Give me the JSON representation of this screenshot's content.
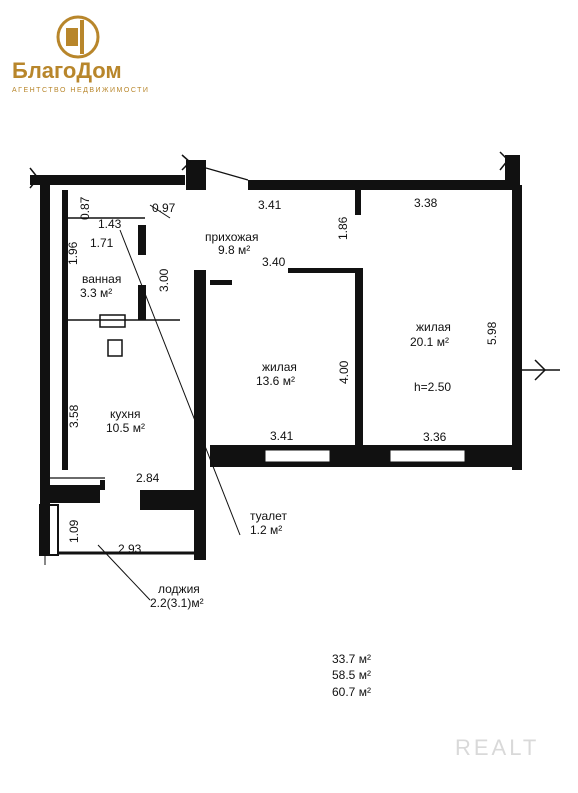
{
  "logo": {
    "name": "БлагоДом",
    "tagline": "АГЕНТСТВО НЕДВИЖИМОСТИ",
    "color": "#b8862b"
  },
  "rooms": {
    "hall": {
      "name": "прихожая",
      "area": "9.8 м²"
    },
    "bath": {
      "name": "ванная",
      "area": "3.3 м²"
    },
    "kitchen": {
      "name": "кухня",
      "area": "10.5 м²"
    },
    "living1": {
      "name": "жилая",
      "area": "13.6 м²"
    },
    "living2": {
      "name": "жилая",
      "area": "20.1 м²"
    },
    "toilet": {
      "name": "туалет",
      "area": "1.2 м²"
    },
    "loggia": {
      "name": "лоджия",
      "area": "2.2(3.1)м²"
    },
    "height": "h=2.50"
  },
  "dimensions": {
    "d_0_87": "0.87",
    "d_0_97": "0.97",
    "d_1_43": "1.43",
    "d_1_96": "1.96",
    "d_1_71": "1.71",
    "d_3_00": "3.00",
    "d_3_41_top": "3.41",
    "d_3_38": "3.38",
    "d_1_86": "1.86",
    "d_3_40": "3.40",
    "d_5_98": "5.98",
    "d_4_00": "4.00",
    "d_3_58": "3.58",
    "d_3_41_bottom": "3.41",
    "d_3_36": "3.36",
    "d_2_84": "2.84",
    "d_1_09": "1.09",
    "d_2_93": "2.93"
  },
  "totals": [
    "33.7  м²",
    "58.5  м²",
    "60.7  м²"
  ],
  "watermark": "REALT"
}
